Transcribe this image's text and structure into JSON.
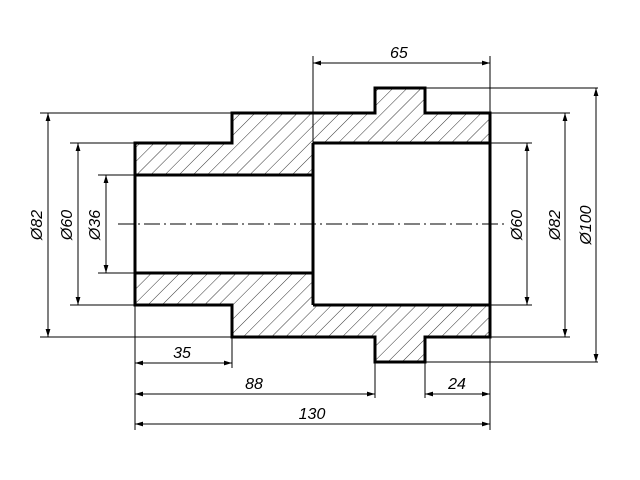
{
  "dimensions": {
    "top_width": "65",
    "left_outer_dia": "Ø82",
    "left_mid_dia": "Ø60",
    "left_bore_dia": "Ø36",
    "right_bore_dia": "Ø60",
    "right_outer_dia": "Ø82",
    "flange_dia": "Ø100",
    "left_step_len": "35",
    "to_flange_len": "88",
    "flange_to_end_len": "24",
    "overall_len": "130"
  },
  "colors": {
    "line": "#000000",
    "background": "#ffffff"
  }
}
